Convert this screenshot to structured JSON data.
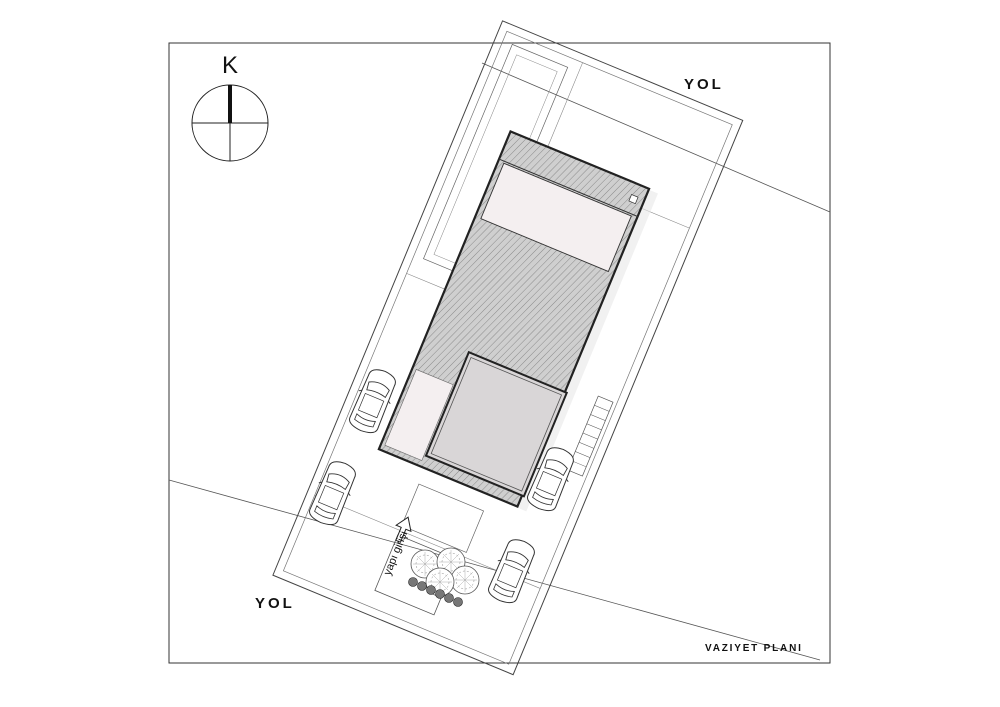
{
  "plan": {
    "north_label": "K",
    "road_north_label": "YOL",
    "road_south_label": "YOL",
    "entrance_label": "yapı girişi",
    "plan_title": "VAZIYET PLANI"
  },
  "icons": {
    "north": "north-arrow-icon",
    "car": "car-icon",
    "tree": "tree-icon",
    "entry": "entry-arrow-icon",
    "stairs": "stairs-icon"
  },
  "colors": {
    "line": "#222222",
    "roof_hatch": "#bdbdbd",
    "flat_roof": "#f4eff0",
    "mass": "#d9d6d7"
  }
}
